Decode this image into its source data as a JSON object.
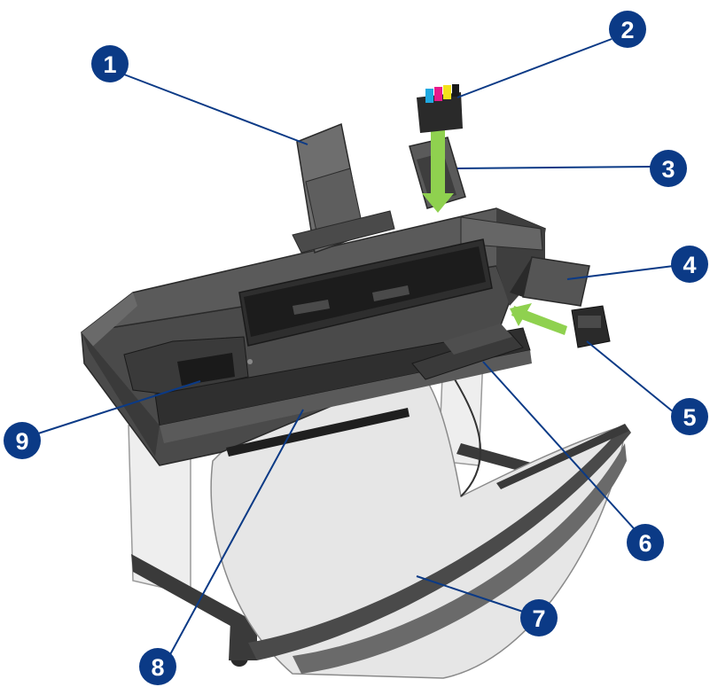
{
  "colors": {
    "callout_fill": "#0b3a86",
    "callout_line": "#0b3a86",
    "callout_text": "#ffffff",
    "printer_dark": "#3a3a3a",
    "printer_mid": "#545454",
    "printer_light": "#6e6e6e",
    "basket": "#dcdcdc",
    "arrow_green": "#8fd14f",
    "ink_cyan": "#1fa9e1",
    "ink_magenta": "#e8198b",
    "ink_yellow": "#f4e21a"
  },
  "callouts": [
    {
      "number": "1",
      "part": "input-tray"
    },
    {
      "number": "2",
      "part": "ink-cartridges"
    },
    {
      "number": "3",
      "part": "cartridge-slot"
    },
    {
      "number": "4",
      "part": "printhead-door"
    },
    {
      "number": "5",
      "part": "printhead"
    },
    {
      "number": "6",
      "part": "output-tray"
    },
    {
      "number": "7",
      "part": "basket"
    },
    {
      "number": "8",
      "part": "paper-exit"
    },
    {
      "number": "9",
      "part": "front-panel"
    }
  ]
}
